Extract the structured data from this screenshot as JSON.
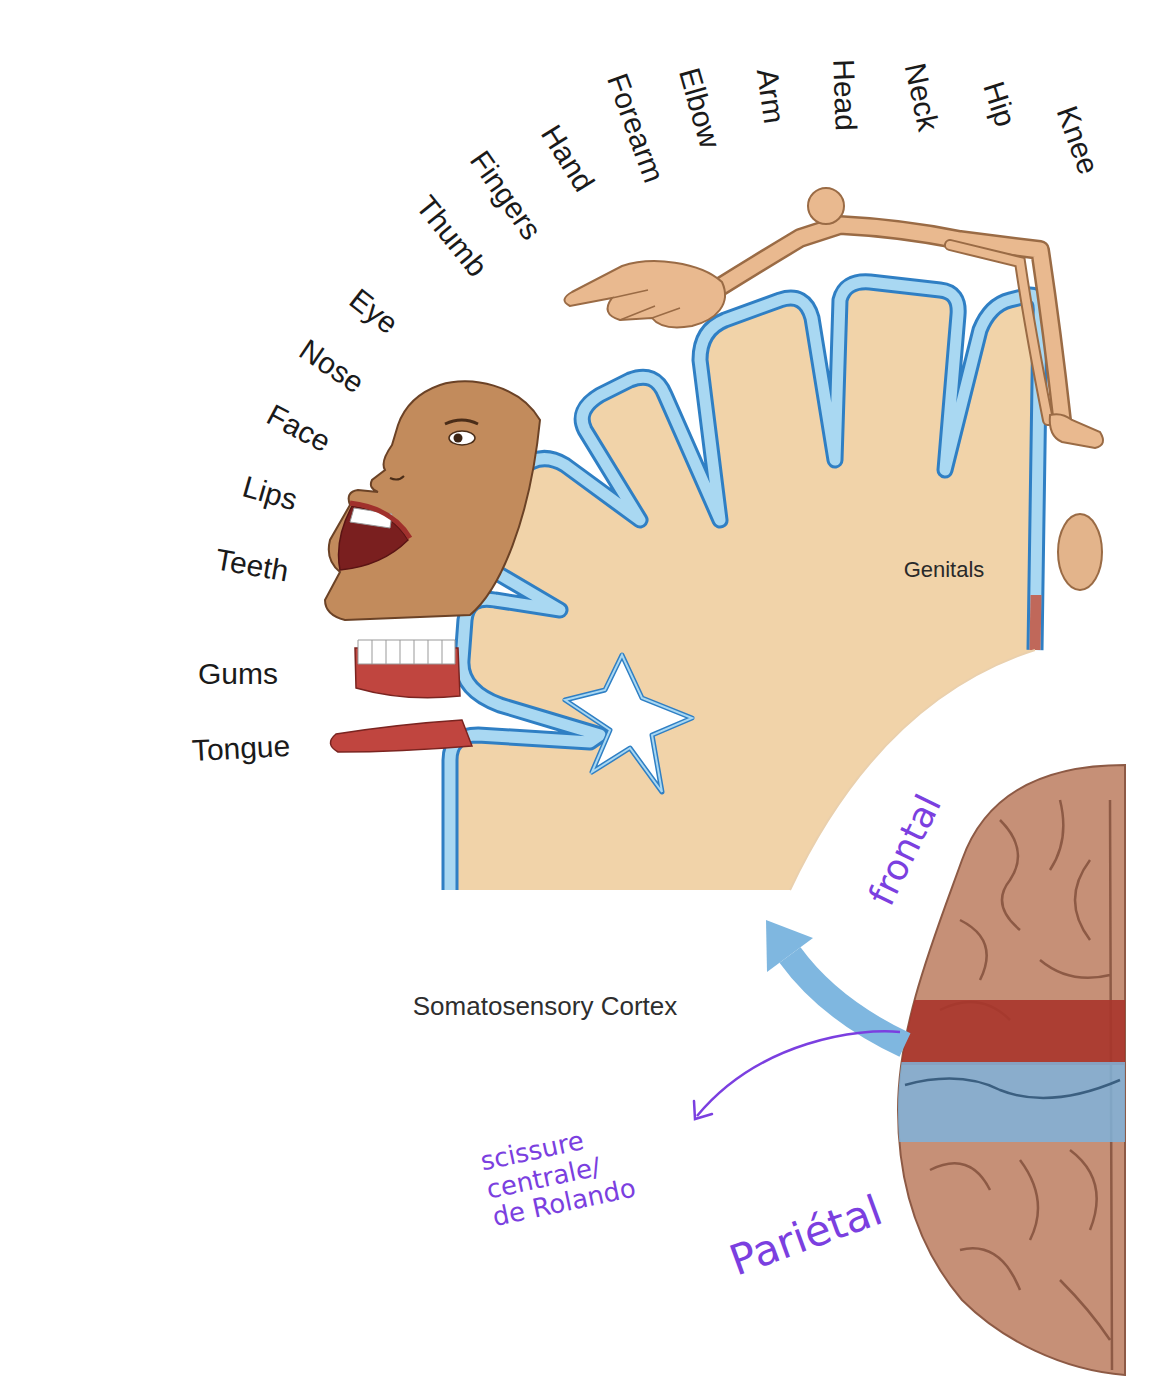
{
  "diagram": {
    "labels": [
      "Knee",
      "Hip",
      "Neck",
      "Head",
      "Arm",
      "Elbow",
      "Forearm",
      "Hand",
      "Fingers",
      "Thumb",
      "Eye",
      "Nose",
      "Face",
      "Lips",
      "Teeth",
      "Gums",
      "Tongue",
      "Genitals",
      "frontal",
      "Somatosensory Cortex",
      "scissure centrale/ de Rolando",
      "Pariétal"
    ]
  }
}
